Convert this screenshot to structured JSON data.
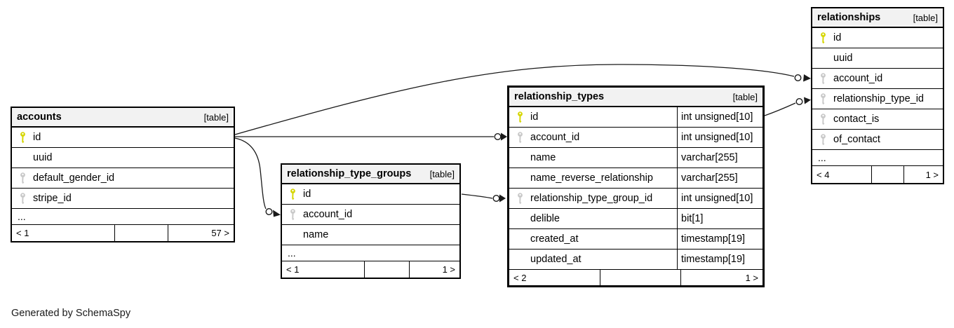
{
  "app": {
    "credit": "Generated by SchemaSpy"
  },
  "colors": {
    "primary_key_icon": "#d6d600",
    "foreign_key_icon": "#c9c9c9",
    "header_background": "#f2f2f2",
    "border": "#000000"
  },
  "tables": {
    "accounts": {
      "title": "accounts",
      "tag": "[table]",
      "columns": [
        {
          "name": "id",
          "key": "pk"
        },
        {
          "name": "uuid",
          "key": "none"
        },
        {
          "name": "default_gender_id",
          "key": "fk"
        },
        {
          "name": "stripe_id",
          "key": "fk"
        }
      ],
      "ellipsis": "...",
      "footer": {
        "left": "< 1",
        "mid": "",
        "right": "57 >"
      }
    },
    "relationship_type_groups": {
      "title": "relationship_type_groups",
      "tag": "[table]",
      "columns": [
        {
          "name": "id",
          "key": "pk"
        },
        {
          "name": "account_id",
          "key": "fk"
        },
        {
          "name": "name",
          "key": "none"
        }
      ],
      "ellipsis": "...",
      "footer": {
        "left": "< 1",
        "mid": "",
        "right": "1 >"
      }
    },
    "relationship_types": {
      "title": "relationship_types",
      "tag": "[table]",
      "columns": [
        {
          "name": "id",
          "key": "pk",
          "type": "int unsigned[10]"
        },
        {
          "name": "account_id",
          "key": "fk",
          "type": "int unsigned[10]"
        },
        {
          "name": "name",
          "key": "none",
          "type": "varchar[255]"
        },
        {
          "name": "name_reverse_relationship",
          "key": "none",
          "type": "varchar[255]"
        },
        {
          "name": "relationship_type_group_id",
          "key": "fk",
          "type": "int unsigned[10]"
        },
        {
          "name": "delible",
          "key": "none",
          "type": "bit[1]"
        },
        {
          "name": "created_at",
          "key": "none",
          "type": "timestamp[19]"
        },
        {
          "name": "updated_at",
          "key": "none",
          "type": "timestamp[19]"
        }
      ],
      "footer": {
        "left": "< 2",
        "mid": "",
        "right": "1 >"
      }
    },
    "relationships": {
      "title": "relationships",
      "tag": "[table]",
      "columns": [
        {
          "name": "id",
          "key": "pk"
        },
        {
          "name": "uuid",
          "key": "none"
        },
        {
          "name": "account_id",
          "key": "fk"
        },
        {
          "name": "relationship_type_id",
          "key": "fk"
        },
        {
          "name": "contact_is",
          "key": "fk"
        },
        {
          "name": "of_contact",
          "key": "fk"
        }
      ],
      "ellipsis": "...",
      "footer": {
        "left": "< 4",
        "mid": "",
        "right": "1 >"
      }
    }
  },
  "edges": [
    {
      "from": "accounts.id",
      "to": "relationship_types.account_id"
    },
    {
      "from": "accounts.id",
      "to": "relationships.account_id"
    },
    {
      "from": "accounts.id",
      "to": "relationship_type_groups.account_id"
    },
    {
      "from": "relationship_type_groups.id",
      "to": "relationship_types.relationship_type_group_id"
    },
    {
      "from": "relationship_types.id",
      "to": "relationships.relationship_type_id"
    }
  ]
}
